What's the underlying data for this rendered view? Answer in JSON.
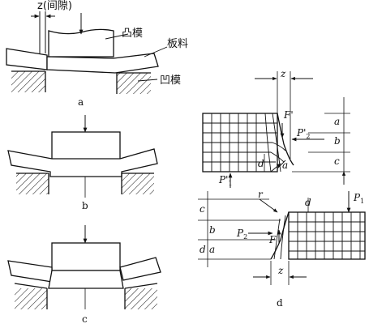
{
  "labels": {
    "gap": "z(间隙)",
    "punch": "凸模",
    "sheet": "板料",
    "die": "凹模"
  },
  "captions": {
    "a": "a",
    "b": "b",
    "c": "c",
    "d": "d"
  },
  "symbols": {
    "z": "z",
    "a": "a",
    "b": "b",
    "c": "c",
    "d": "d",
    "F": "F",
    "P": "P",
    "prime": "'",
    "one": "1",
    "two": "2"
  }
}
